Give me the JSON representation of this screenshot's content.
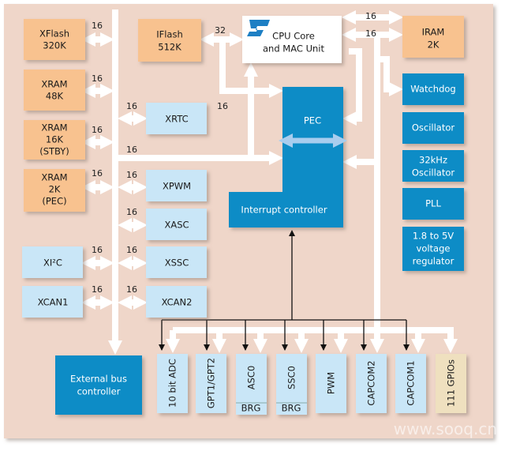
{
  "colors": {
    "background": "#efd6c9",
    "memory": "#f8c28f",
    "peripheral_light": "#c9e6f7",
    "peripheral_dark": "#0b8cc6",
    "gpio": "#efe0bf",
    "bus": "#ffffff"
  },
  "logo": "ST",
  "blocks": {
    "xflash": [
      "XFlash",
      "320K"
    ],
    "xram48": [
      "XRAM",
      "48K"
    ],
    "xram16": [
      "XRAM",
      "16K",
      "(STBY)"
    ],
    "xram2": [
      "XRAM",
      "2K",
      "(PEC)"
    ],
    "iflash": [
      "IFlash",
      "512K"
    ],
    "cpu": [
      "CPU Core",
      "and MAC Unit"
    ],
    "iram": [
      "IRAM",
      "2K"
    ],
    "xrtc": "XRTC",
    "xpwm": "XPWM",
    "xasc": "XASC",
    "xssc": "XSSC",
    "xcan2": "XCAN2",
    "xi2c": "XI²C",
    "xcan1": "XCAN1",
    "pec": "PEC",
    "interrupt": "Interrupt controller",
    "watchdog": "Watchdog",
    "oscillator": "Oscillator",
    "osc32": [
      "32kHz",
      "Oscillator"
    ],
    "pll": "PLL",
    "regulator": [
      "1.8 to 5V",
      "voltage",
      "regulator"
    ],
    "ebc": [
      "External bus",
      "controller"
    ],
    "adc": "10 bit ADC",
    "gpt": "GPT1/GPT2",
    "asc0": "ASC0",
    "ssc0": "SSC0",
    "brg": "BRG",
    "pwm": "PWM",
    "capcom2": "CAPCOM2",
    "capcom1": "CAPCOM1",
    "gpios": "111 GPIOs"
  },
  "bus_widths": {
    "w16": "16",
    "w32": "32"
  },
  "watermark": "www.sooq.cn"
}
